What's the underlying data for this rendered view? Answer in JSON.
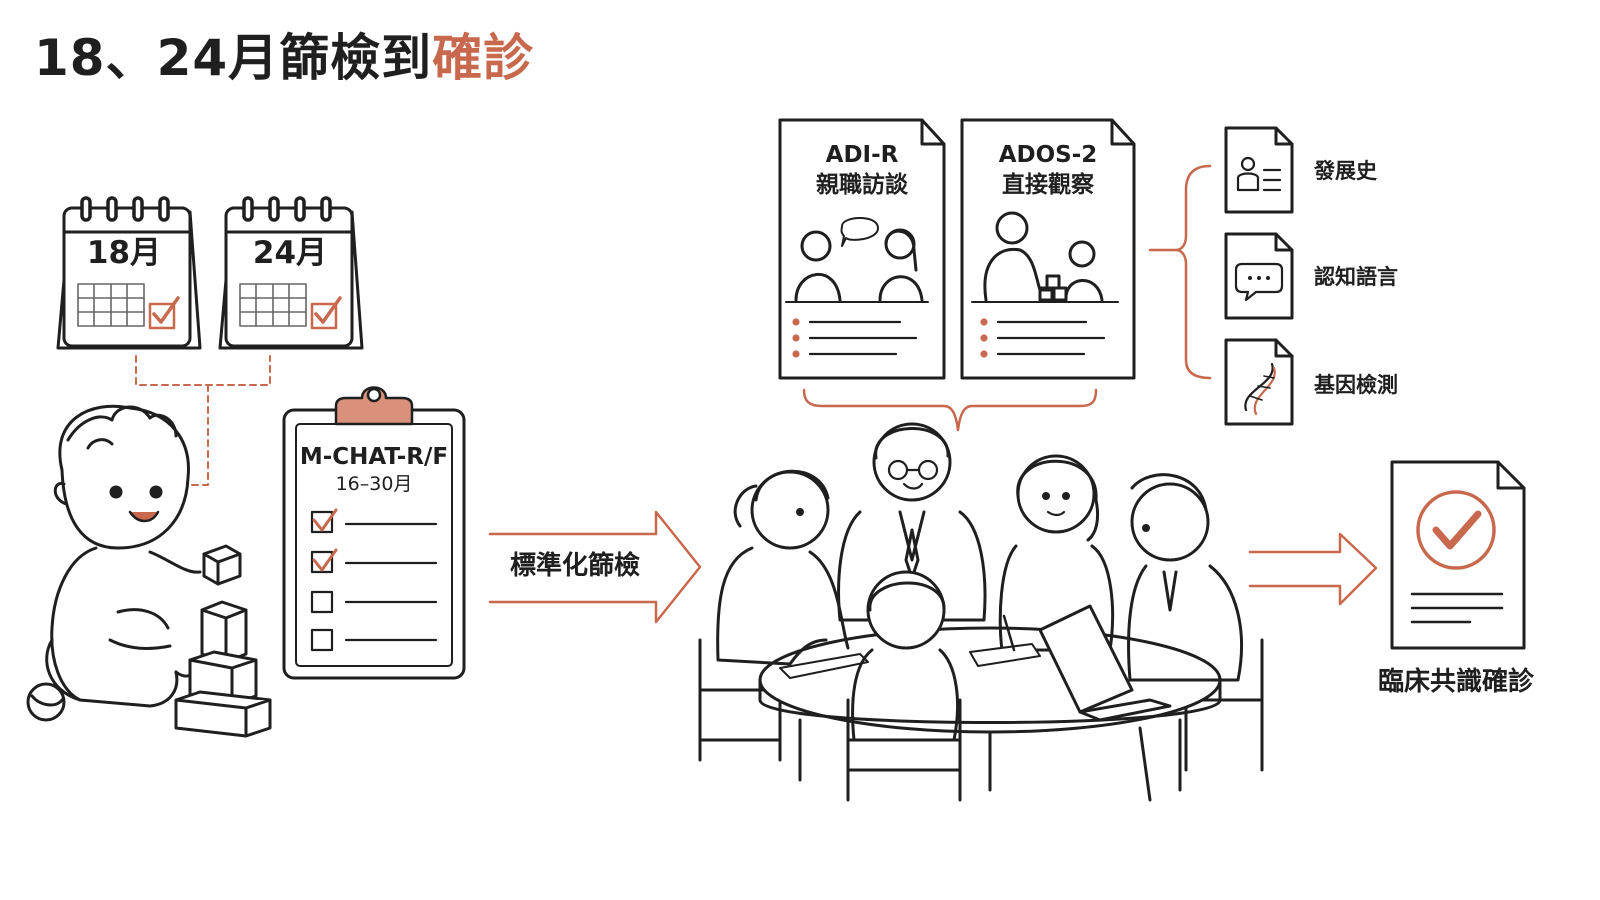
{
  "title": {
    "main": "18、24月篩檢到",
    "accent": "確診"
  },
  "calendars": [
    {
      "label": "18月"
    },
    {
      "label": "24月"
    }
  ],
  "screening_tool": {
    "name": "M-CHAT-R/F",
    "age_range": "16–30月"
  },
  "screening_arrow": {
    "label": "標準化篩檢"
  },
  "assessments": [
    {
      "code": "ADI-R",
      "desc": "親職訪談"
    },
    {
      "code": "ADOS-2",
      "desc": "直接觀察"
    }
  ],
  "supplementary": [
    {
      "label": "發展史",
      "icon": "profile-document-icon"
    },
    {
      "label": "認知語言",
      "icon": "speech-bubble-icon"
    },
    {
      "label": "基因檢測",
      "icon": "dna-icon"
    }
  ],
  "result": {
    "label": "臨床共識確診",
    "icon": "checkmark-document-icon"
  },
  "colors": {
    "accent": "#c8694e",
    "ink": "#1f1f1f"
  }
}
